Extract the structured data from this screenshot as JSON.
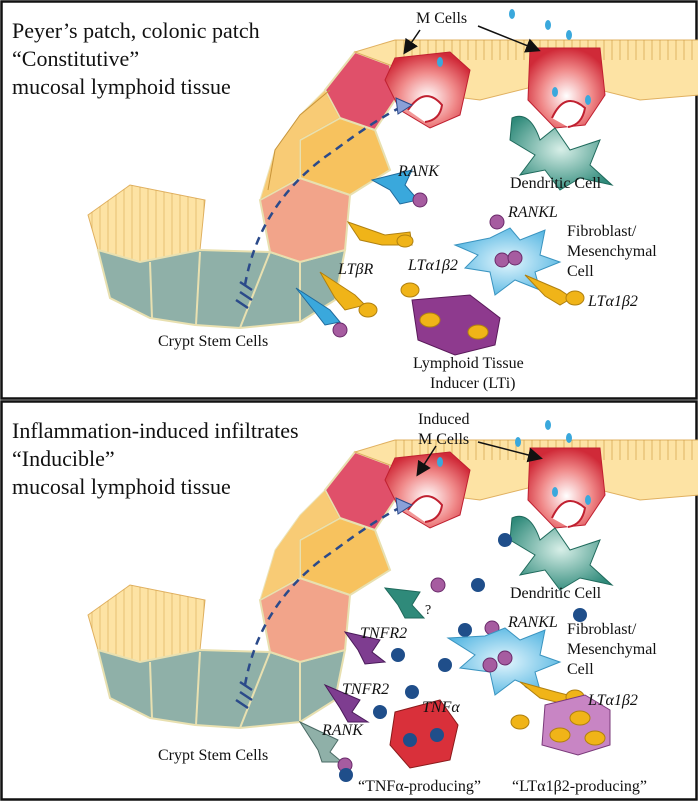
{
  "colors": {
    "crypt": "#8fb0a8",
    "transit": "#f2a48a",
    "villus": "#f7c25e",
    "villus_light": "#fde3a4",
    "mcell": "#d83040",
    "dendritic": "#2f8a7a",
    "fibroblast": "#74c4e8",
    "receptor_blue": "#3aa8dc",
    "ligand_yellow": "#f0b418",
    "rankl_purple": "#a65ca0",
    "lti_purple": "#8e3a8e",
    "tnf_blue": "#1f4e8a",
    "tnf_red_cell": "#d9303a",
    "arrow_dash": "#2b4a8a",
    "tnfr2_purple": "#7e3d90",
    "ltb_producer": "#b45ca8",
    "border": "#111111"
  },
  "top": {
    "title_line1": "Peyer’s patch, colonic patch",
    "title_line2": "“Constitutive”",
    "title_line3": "mucosal lymphoid tissue",
    "m_cells": "M Cells",
    "dendritic_cell": "Dendritic Cell",
    "rank": "RANK",
    "rankl": "RANKL",
    "fibroblast_line1": "Fibroblast/",
    "fibroblast_line2": "Mesenchymal",
    "fibroblast_line3": "Cell",
    "lta1b2_a": "LTα1β2",
    "lta1b2_b": "LTα1β2",
    "ltbr": "LTβR",
    "crypt_stem": "Crypt Stem Cells",
    "lti_line1": "Lymphoid Tissue",
    "lti_line2": "Inducer (LTi)"
  },
  "bottom": {
    "title_line1": "Inflammation-induced infiltrates",
    "title_line2": "“Inducible”",
    "title_line3": "mucosal lymphoid tissue",
    "induced_line1": "Induced",
    "induced_line2": "M Cells",
    "dendritic_cell": "Dendritic Cell",
    "question": "?",
    "tnfr2_a": "TNFR2",
    "tnfr2_b": "TNFR2",
    "rankl": "RANKL",
    "fibroblast_line1": "Fibroblast/",
    "fibroblast_line2": "Mesenchymal",
    "fibroblast_line3": "Cell",
    "tnfa": "TNFα",
    "lta1b2": "LTα1β2",
    "rank": "RANK",
    "crypt_stem": "Crypt Stem Cells",
    "tnf_producing": "“TNFα-producing”",
    "lt_producing": "“LTα1β2-producing”"
  }
}
